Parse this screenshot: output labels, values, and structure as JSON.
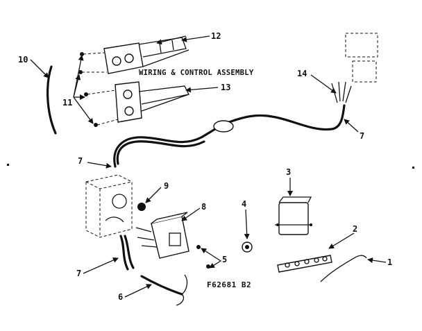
{
  "diagram": {
    "title": "WIRING & CONTROL ASSEMBLY",
    "drawing_code": "F62681 B2",
    "callouts": [
      "1",
      "2",
      "3",
      "4",
      "5",
      "6",
      "7",
      "7",
      "7",
      "8",
      "9",
      "10",
      "11",
      "12",
      "13",
      "14"
    ]
  }
}
